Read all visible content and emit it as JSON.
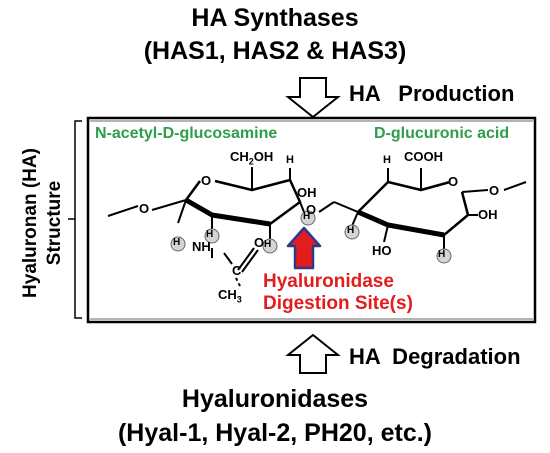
{
  "top_title": {
    "line1": "HA Synthases",
    "line2": "(HAS1, HAS2 & HAS3)"
  },
  "production_label": "HA   Production",
  "degradation_label": "HA  Degradation",
  "bottom_title": {
    "line1": "Hyaluronidases",
    "line2": "(Hyal-1, Hyal-2, PH20, etc.)"
  },
  "side_label": {
    "line1": "Hyaluronan (HA)",
    "line2": "Structure"
  },
  "structure": {
    "left_sugar": "N-acetyl-D-glucosamine",
    "right_sugar": "D-glucuronic acid",
    "digestion_line1": "Hyaluronidase",
    "digestion_line2": "Digestion Site(s)",
    "atoms": {
      "ch2oh_main": "CH",
      "ch2oh_sub": "2",
      "ch2oh_tail": "OH",
      "ch3_main": "CH",
      "ch3_sub": "3",
      "cooh": "COOH",
      "oh": "OH",
      "ho": "HO",
      "nh": "NH",
      "h": "H",
      "o": "O",
      "c": "C"
    }
  },
  "colors": {
    "green": "#2e9e4a",
    "red": "#e31d1d",
    "arrow_blue": "#2b3a8c",
    "frame": "#000000"
  }
}
